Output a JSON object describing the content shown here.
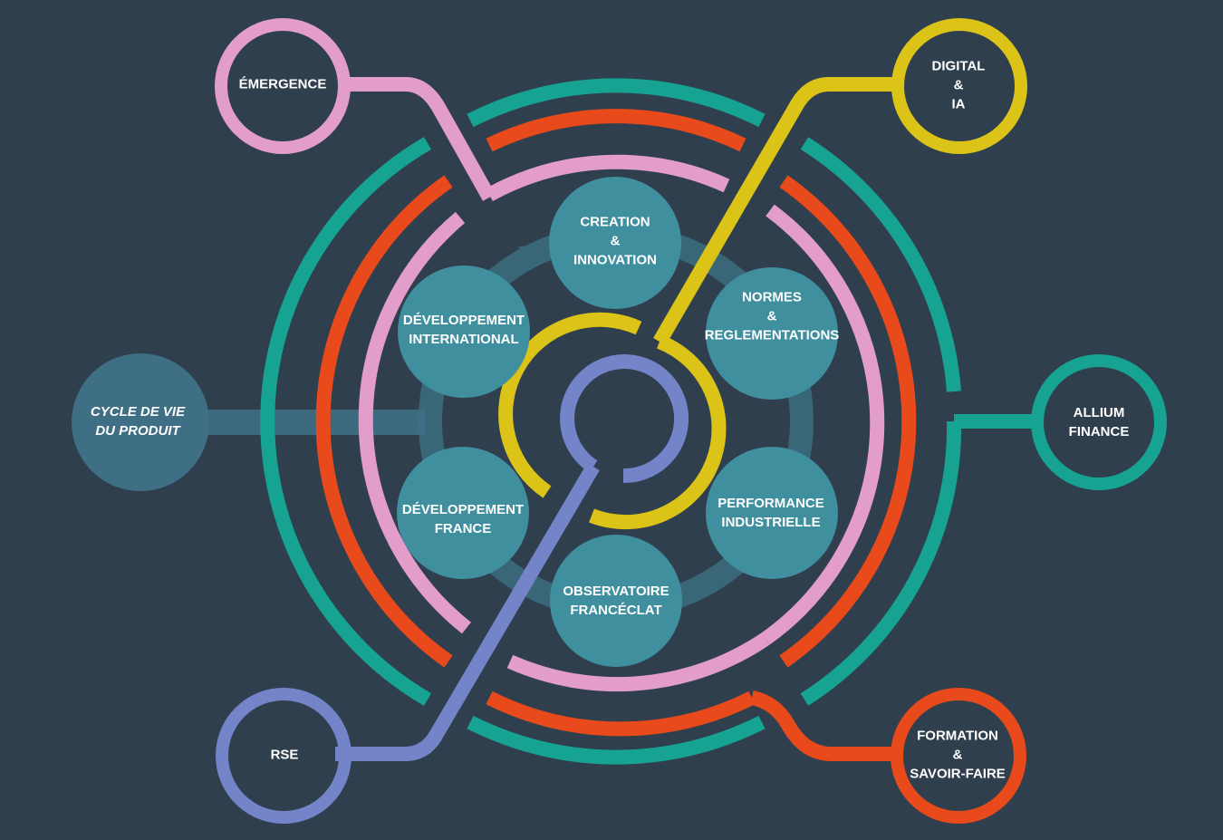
{
  "colors": {
    "background": "#2f3f4d",
    "teal": "#17a392",
    "orange": "#e84a1c",
    "pink": "#e39dcb",
    "yellow": "#dcc318",
    "blue": "#7484c8",
    "hub": "#3f8f9f",
    "track": "#3a6778",
    "lifecycle": "#3f6f84"
  },
  "satellites": {
    "emergence": "ÉMERGENCE",
    "digital": "DIGITAL\n&\nIA",
    "finance": "ALLIUM\nFINANCE",
    "formation": "FORMATION\n&\nSAVOIR-FAIRE",
    "rse": "RSE",
    "lifecycle": "CYCLE DE VIE\nDU PRODUIT"
  },
  "hubs": {
    "creation": "CREATION\n&\nINNOVATION",
    "normes": "NORMES\n&\nREGLEMENTATIONS",
    "performance": "PERFORMANCE\nINDUSTRIELLE",
    "observatoire": "OBSERVATOIRE\nFRANCÉCLAT",
    "dev_france": "DÉVELOPPEMENT\nFRANCE",
    "dev_international": "DÉVELOPPEMENT\nINTERNATIONAL"
  }
}
